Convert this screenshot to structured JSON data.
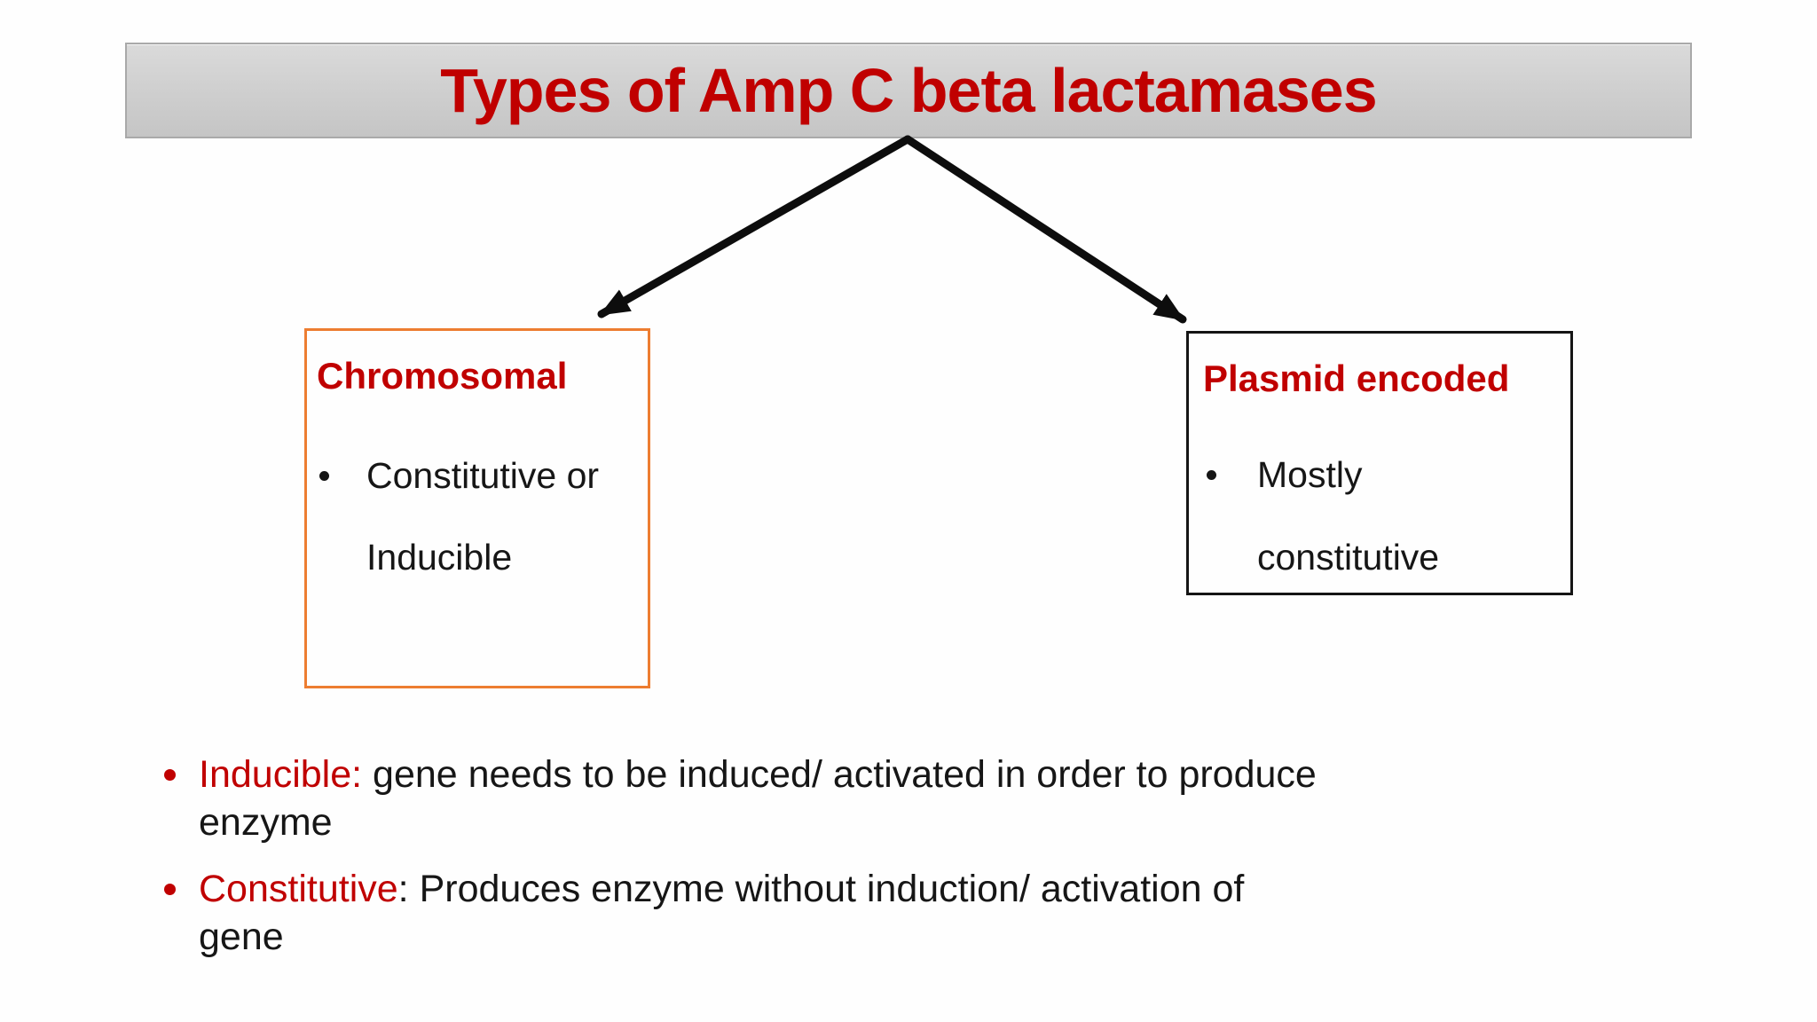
{
  "colors": {
    "accent_red": "#c00000",
    "orange_border": "#ed7d31",
    "arrow_black": "#0d0d0d",
    "banner_fill_top": "#dadada",
    "banner_fill_bottom": "#c5c5c5",
    "banner_border": "#a9a9a9",
    "text_black": "#161616",
    "background": "#fefefe"
  },
  "banner": {
    "title": "Types of Amp C beta lactamases"
  },
  "boxes": {
    "chromosomal": {
      "heading": "Chromosomal",
      "lines": [
        "Constitutive or",
        "Inducible"
      ]
    },
    "plasmid": {
      "heading": "Plasmid encoded",
      "lines": [
        "Mostly",
        "constitutive"
      ]
    }
  },
  "definitions": [
    {
      "term": "Inducible:",
      "line1_rest": " gene needs to be induced/ activated in order to produce",
      "line2": "enzyme"
    },
    {
      "term": "Constitutive",
      "line1_rest": ": Produces enzyme without induction/ activation of",
      "line2": "gene"
    }
  ]
}
